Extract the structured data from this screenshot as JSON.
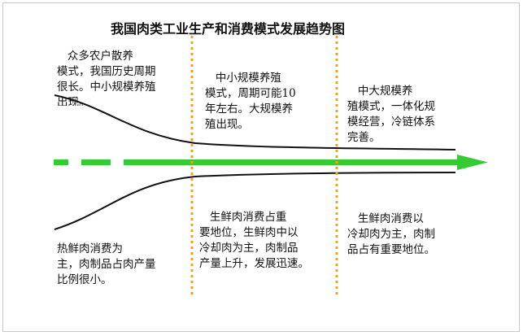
{
  "title": "我国肉类工业生产和消费模式发展趋势图",
  "stages": [
    {
      "production": "   众多农户散养\n模式，我国历史周期\n很长。中小规模养殖\n出现。",
      "consumption": "热鲜肉消费为\n主，肉制品占肉产量\n比例很小。"
    },
    {
      "production": "   中小规模养殖\n模式，周期可能10\n年左右。大规模养\n殖出现。",
      "consumption": "   生鲜肉消费占重\n要地位，生鲜肉中以\n冷却肉为主，肉制品\n产量上升，发展迅速。"
    },
    {
      "production": "   中大规模养\n殖模式，一体化规\n模经营，冷链体系\n完善。",
      "consumption": "   生鲜肉消费以\n冷却肉为主，肉制\n品占有重要地位。"
    }
  ],
  "colors": {
    "arrow": "#33cc33",
    "divider": "#f5a020",
    "curve": "#111111"
  }
}
